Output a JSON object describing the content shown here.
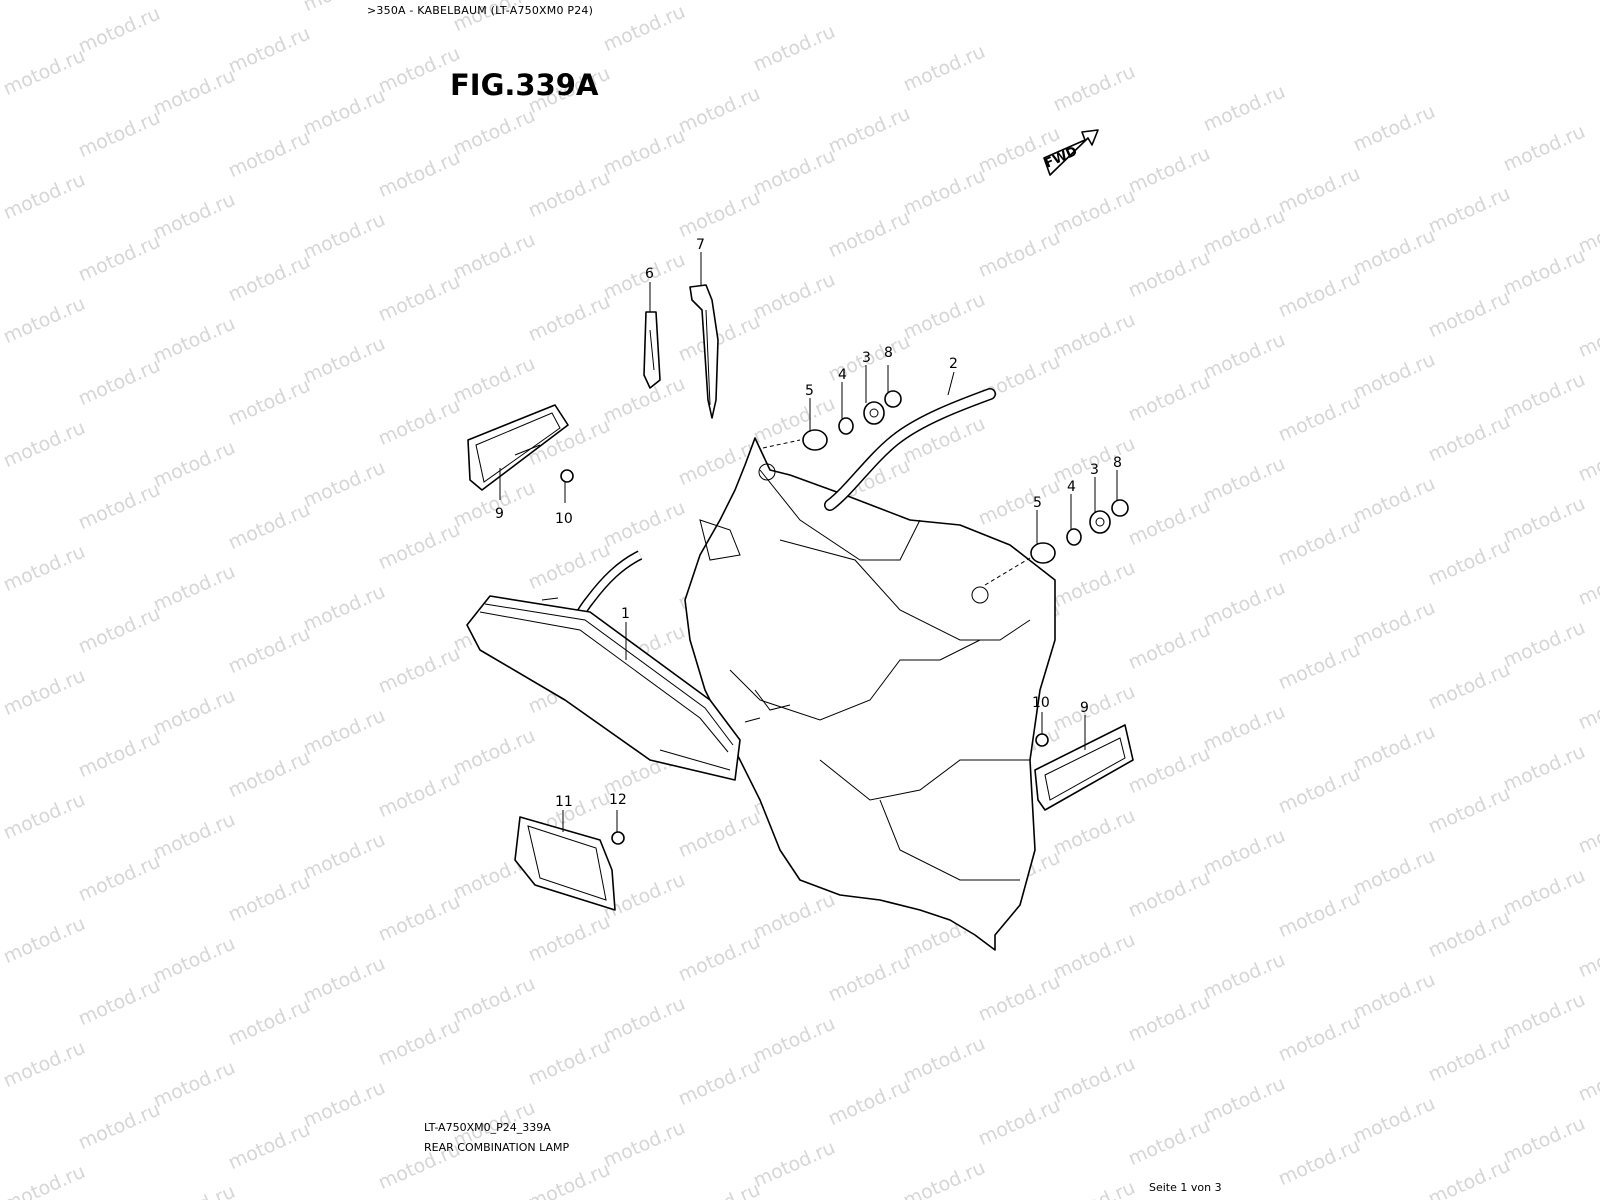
{
  "header": {
    "breadcrumb": ">350A - KABELBAUM (LT-A750XM0 P24)"
  },
  "figure": {
    "title": "FIG.339A",
    "code": "LT-A750XM0_P24_339A",
    "caption": "REAR COMBINATION LAMP"
  },
  "direction_badge": "FWD",
  "watermark": "motod.ru",
  "callouts": {
    "c1": "1",
    "c2": "2",
    "c3a": "3",
    "c3b": "3",
    "c4a": "4",
    "c4b": "4",
    "c5a": "5",
    "c5b": "5",
    "c6": "6",
    "c7": "7",
    "c8a": "8",
    "c8b": "8",
    "c9a": "9",
    "c9b": "9",
    "c10a": "10",
    "c10b": "10",
    "c11": "11",
    "c12": "12"
  },
  "footer": {
    "page": "Seite 1 von 3"
  }
}
